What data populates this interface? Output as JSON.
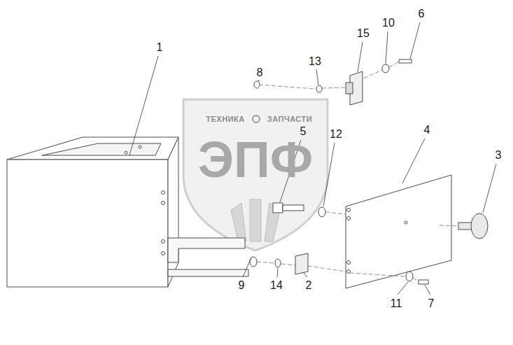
{
  "diagram": {
    "labels": [
      "1",
      "2",
      "3",
      "4",
      "5",
      "6",
      "7",
      "8",
      "9",
      "10",
      "11",
      "12",
      "13",
      "14",
      "15",
      "ТЕХНИКА",
      "ЗАПЧАСТИ",
      "ЭПФ"
    ]
  }
}
